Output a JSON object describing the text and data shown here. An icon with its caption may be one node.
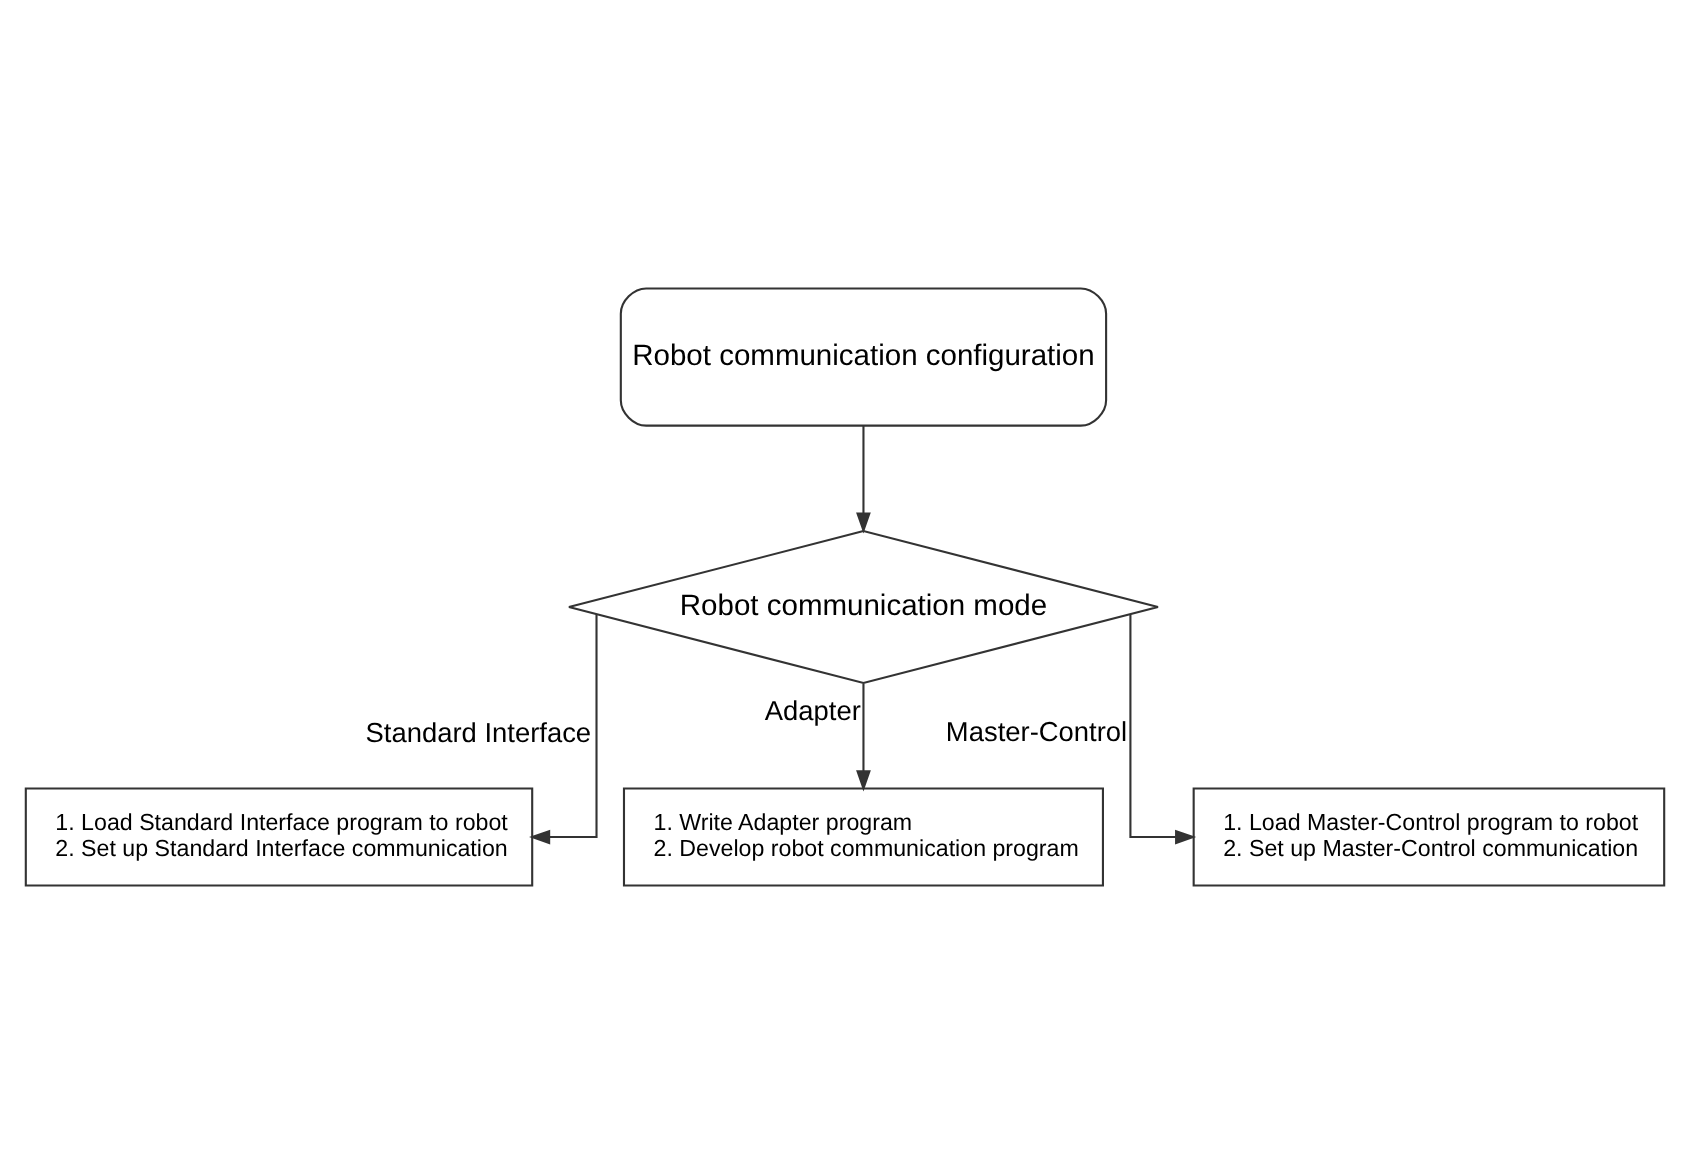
{
  "diagram": {
    "nodes": [
      {
        "text": [
          "Robot communication configuration"
        ]
      },
      {
        "text": [
          "Robot communication mode"
        ]
      },
      {
        "text": [
          "1. Load Standard Interface program to robot",
          "2. Set up Standard Interface communication"
        ]
      },
      {
        "text": [
          "1. Load Master-Control program to robot",
          "2. Set up Master-Control communication"
        ]
      },
      {
        "text": [
          "1. Write Adapter program",
          "2. Develop robot communication program"
        ]
      }
    ],
    "edges": [
      {
        "from": 0,
        "to": 1,
        "arrow": "to"
      },
      {
        "from": 1,
        "to": 2,
        "arrow": "to",
        "label": "Standard Interface"
      },
      {
        "from": 1,
        "to": 4,
        "arrow": "to",
        "label": "Adapter"
      },
      {
        "from": 1,
        "to": 3,
        "arrow": "to",
        "label": "Master-Control"
      }
    ]
  }
}
